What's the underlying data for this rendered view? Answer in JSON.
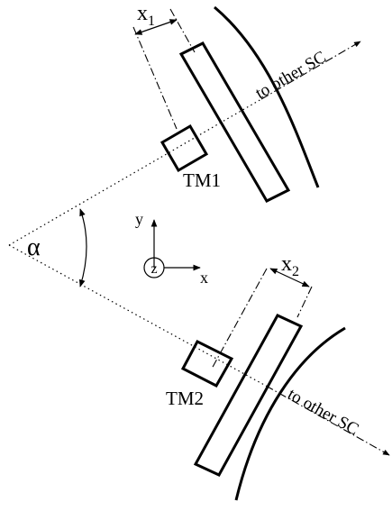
{
  "labels": {
    "x1": "x",
    "x1_sub": "1",
    "x2": "x",
    "x2_sub": "2",
    "tm1": "TM1",
    "tm2": "TM2",
    "alpha": "α",
    "axis_y": "y",
    "axis_x": "x",
    "axis_z": "z",
    "to_other_top": "to other SC",
    "to_other_bottom": "to other SC"
  }
}
